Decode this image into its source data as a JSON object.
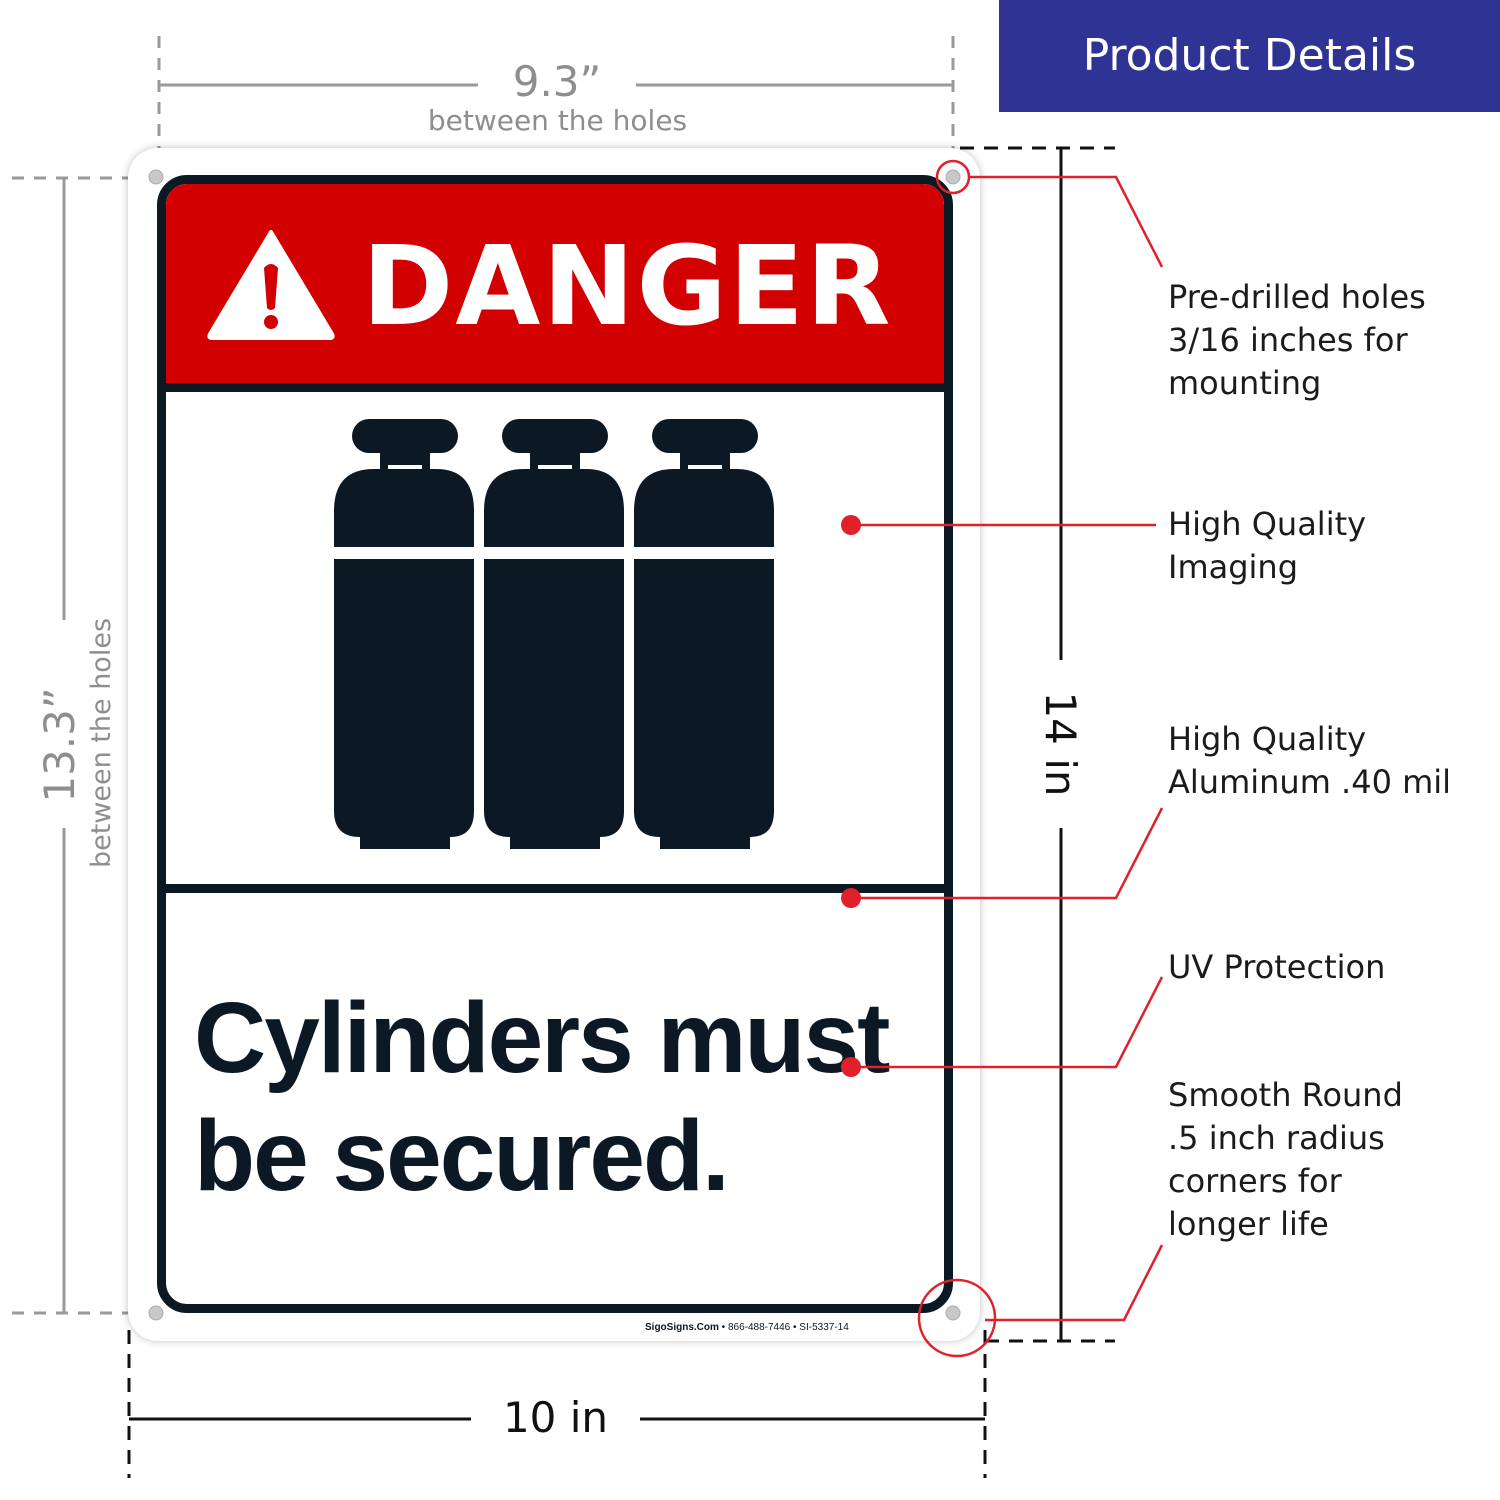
{
  "header": {
    "title": "Product Details"
  },
  "dimensions": {
    "hole_width": "9.3”",
    "hole_width_caption": "between the holes",
    "hole_height": "13.3”",
    "hole_height_caption": "between the holes",
    "sign_width": "10 in",
    "sign_height": "14 in"
  },
  "sign": {
    "heading": "DANGER",
    "message_line1": "Cylinders must",
    "message_line2": "be secured.",
    "footer_site": "SigoSigns.Com",
    "footer_rest": " • 866-488-7446 • SI-5337-14"
  },
  "features": [
    {
      "line1": "Pre-drilled holes",
      "line2": "3/16 inches for",
      "line3": "mounting"
    },
    {
      "line1": "High Quality",
      "line2": "Imaging"
    },
    {
      "line1": "High Quality",
      "line2": "Aluminum .40 mil"
    },
    {
      "line1": "UV Protection"
    },
    {
      "line1": "Smooth Round",
      "line2": ".5 inch radius",
      "line3": "corners for",
      "line4": "longer life"
    }
  ],
  "colors": {
    "banner": "#2f3393",
    "danger_red": "#d20000",
    "ink": "#0c1924",
    "callout_red": "#e0202a",
    "dimension_gray": "#8e8e8e"
  },
  "icons": [
    "warning-triangle-icon",
    "gas-cylinder-icon"
  ]
}
